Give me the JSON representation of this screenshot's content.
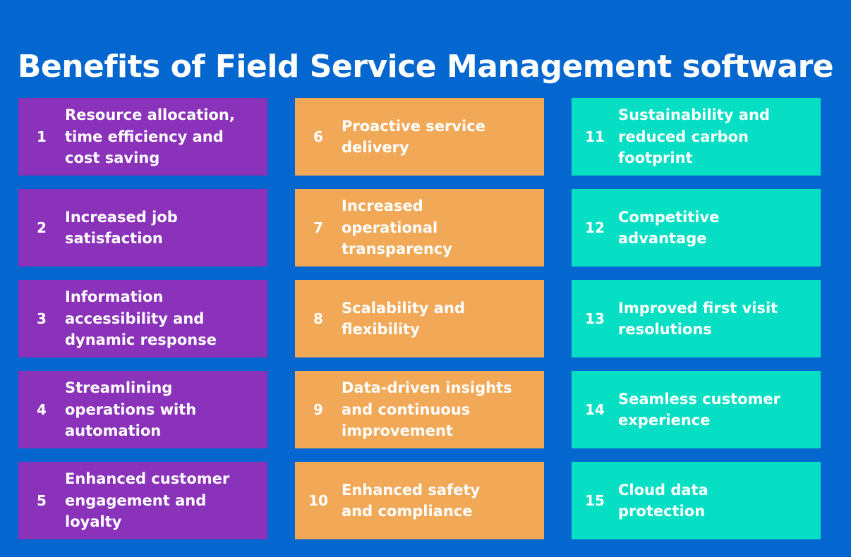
{
  "title": "Benefits of Field Service Management software",
  "colors": {
    "background": "#0466cf",
    "purple": "#8b32ba",
    "orange": "#f1a857",
    "teal": "#06dfc4",
    "text": "#ffffff"
  },
  "items": [
    {
      "num": "1",
      "label": "Resource allocation, time efficiency and cost saving"
    },
    {
      "num": "2",
      "label": "Increased job satisfaction"
    },
    {
      "num": "3",
      "label": "Information accessibility and dynamic response"
    },
    {
      "num": "4",
      "label": "Streamlining operations with automation"
    },
    {
      "num": "5",
      "label": "Enhanced customer engagement and loyalty"
    },
    {
      "num": "6",
      "label": "Proactive service delivery"
    },
    {
      "num": "7",
      "label": "Increased operational transparency"
    },
    {
      "num": "8",
      "label": "Scalability and flexibility"
    },
    {
      "num": "9",
      "label": "Data-driven insights and continuous improvement"
    },
    {
      "num": "10",
      "label": "Enhanced safety and compliance"
    },
    {
      "num": "11",
      "label": "Sustainability and reduced carbon footprint"
    },
    {
      "num": "12",
      "label": "Competitive advantage"
    },
    {
      "num": "13",
      "label": "Improved first visit resolutions"
    },
    {
      "num": "14",
      "label": "Seamless customer experience"
    },
    {
      "num": "15",
      "label": "Cloud data protection"
    }
  ]
}
